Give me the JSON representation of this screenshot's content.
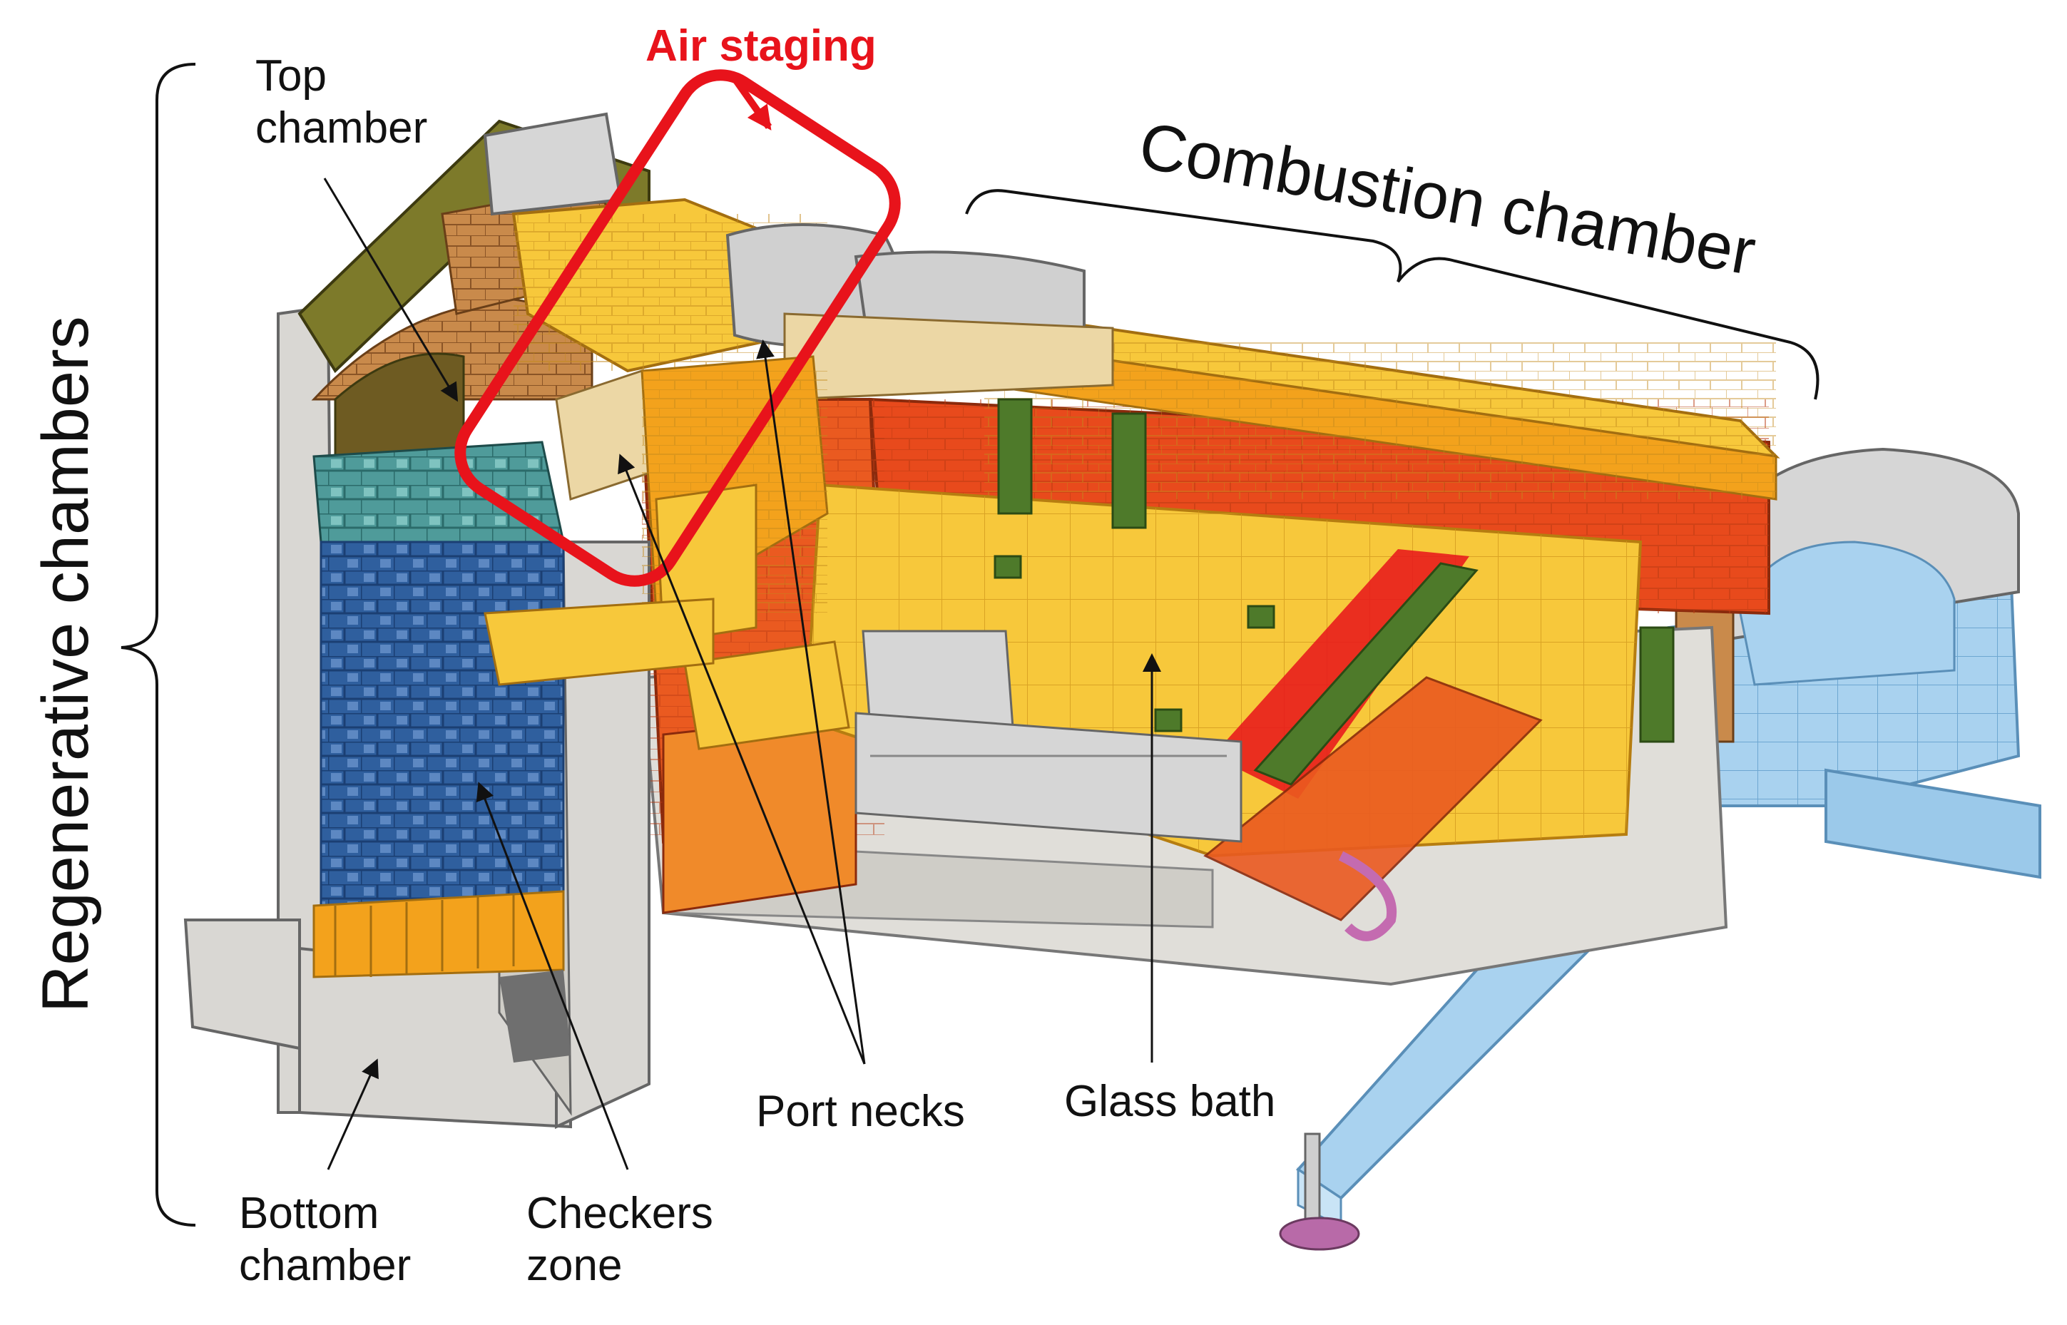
{
  "labels": {
    "air_staging": "Air staging",
    "top_chamber": [
      "Top",
      "chamber"
    ],
    "combustion_chamber": "Combustion chamber",
    "regenerative_chambers": "Regenerative chambers",
    "port_necks": "Port necks",
    "glass_bath": "Glass bath",
    "bottom_chamber": [
      "Bottom",
      "chamber"
    ],
    "checkers_zone": [
      "Checkers",
      "zone"
    ]
  },
  "colors": {
    "highlight": "#e8131b",
    "refractory_grey": "#d9d7d3",
    "checkers_blue": "#2f5f9e",
    "checkers_teal": "#4f9b9a",
    "crown_orange": "#f3a21c",
    "wall_red": "#e84a1c",
    "floor_yellow": "#f7c83b",
    "brace_green": "#4e7a2a",
    "channel_blue": "#a9d2ef",
    "brick_tan": "#c98a4b"
  }
}
